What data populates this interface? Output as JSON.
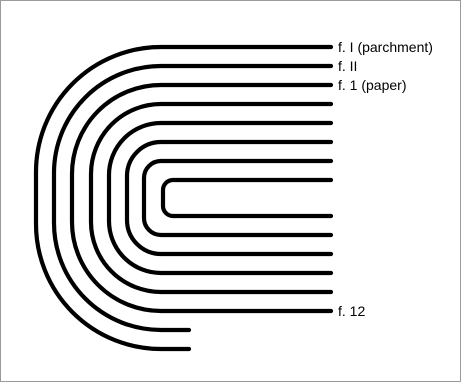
{
  "labels": {
    "f_I": "f. I (parchment)",
    "f_II": "f. II",
    "f_1": "f. 1 (paper)",
    "f_12": "f. 12"
  }
}
